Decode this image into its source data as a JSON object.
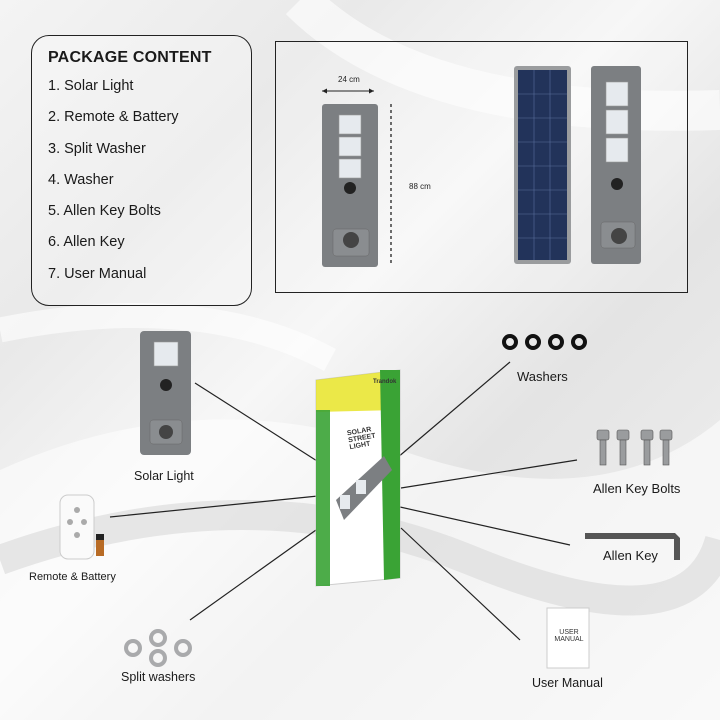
{
  "package": {
    "title": "PACKAGE CONTENT",
    "items": [
      "1. Solar Light",
      "2. Remote & Battery",
      "3. Split Washer",
      "4. Washer",
      "5. Allen Key Bolts",
      "6. Allen Key",
      "7. User Manual"
    ]
  },
  "dimensions": {
    "width": "24 cm",
    "height": "88 cm"
  },
  "labels": {
    "solar_light": "Solar Light",
    "remote_battery": "Remote & Battery",
    "split_washers": "Split washers",
    "washers": "Washers",
    "allen_key_bolts": "Allen Key Bolts",
    "allen_key": "Allen Key",
    "user_manual": "User Manual"
  },
  "box_text": {
    "brand": "Trandok",
    "product": "SOLAR STREET LIGHT",
    "manual_cover": "USER MANUAL"
  },
  "colors": {
    "box_green": "#3aa335",
    "box_yellow": "#e6e21a",
    "light_body": "#7c7f82",
    "led_panel": "#e6eaee",
    "solar_cell": "#22335a",
    "line": "#222222"
  }
}
